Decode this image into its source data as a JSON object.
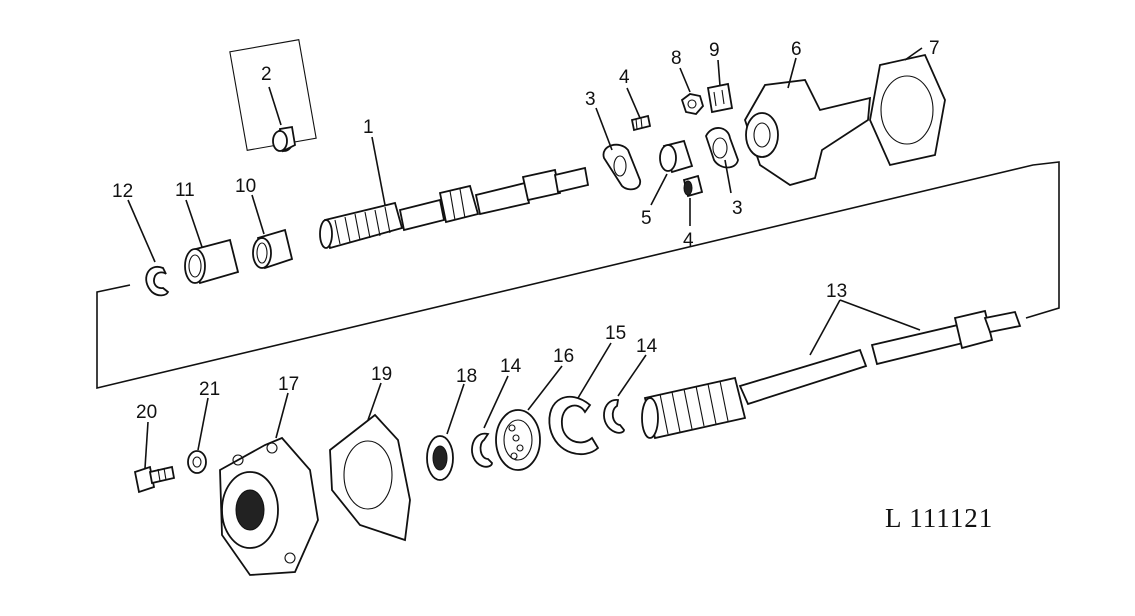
{
  "diagram": {
    "reference_code": "L  111121",
    "callouts": [
      {
        "id": "c1",
        "label": "1"
      },
      {
        "id": "c2",
        "label": "2"
      },
      {
        "id": "c3a",
        "label": "3"
      },
      {
        "id": "c3b",
        "label": "3"
      },
      {
        "id": "c4a",
        "label": "4"
      },
      {
        "id": "c4b",
        "label": "4"
      },
      {
        "id": "c5",
        "label": "5"
      },
      {
        "id": "c6",
        "label": "6"
      },
      {
        "id": "c7",
        "label": "7"
      },
      {
        "id": "c8",
        "label": "8"
      },
      {
        "id": "c9",
        "label": "9"
      },
      {
        "id": "c10",
        "label": "10"
      },
      {
        "id": "c11",
        "label": "11"
      },
      {
        "id": "c12",
        "label": "12"
      },
      {
        "id": "c13",
        "label": "13"
      },
      {
        "id": "c14a",
        "label": "14"
      },
      {
        "id": "c14b",
        "label": "14"
      },
      {
        "id": "c15",
        "label": "15"
      },
      {
        "id": "c16",
        "label": "16"
      },
      {
        "id": "c17",
        "label": "17"
      },
      {
        "id": "c18",
        "label": "18"
      },
      {
        "id": "c19",
        "label": "19"
      },
      {
        "id": "c20",
        "label": "20"
      },
      {
        "id": "c21",
        "label": "21"
      }
    ]
  }
}
